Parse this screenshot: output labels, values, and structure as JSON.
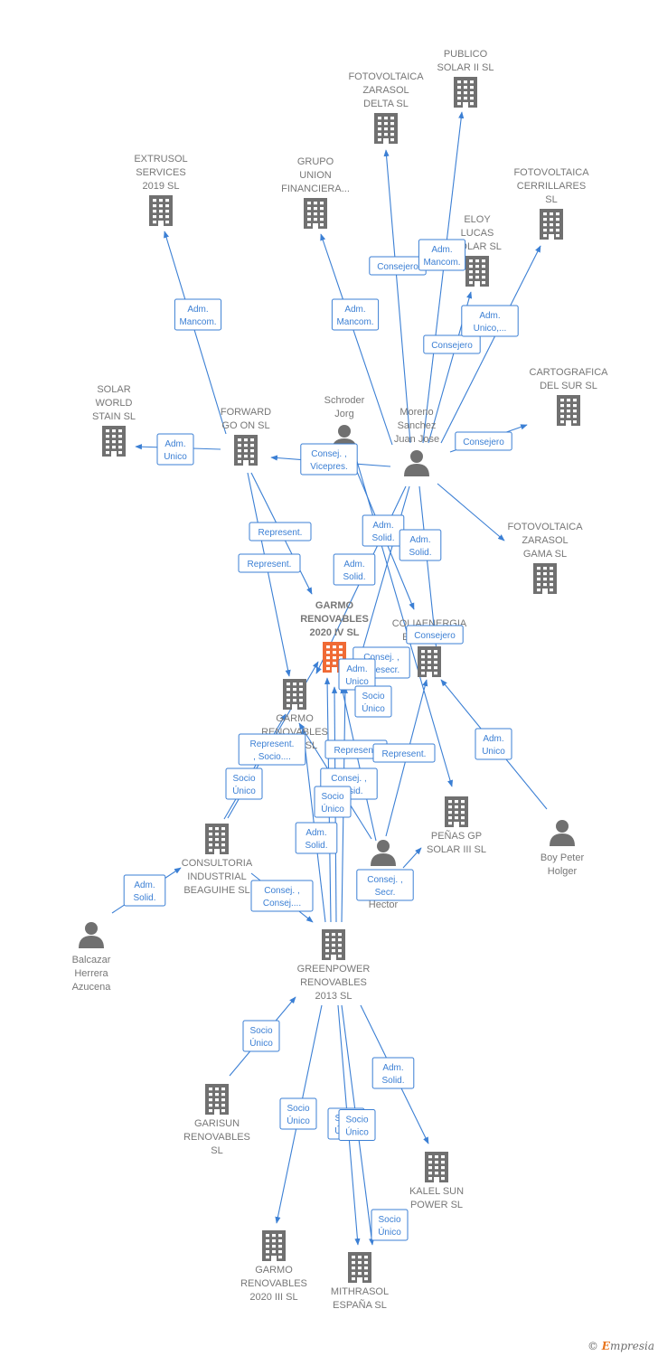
{
  "nodes": [
    {
      "id": "publico",
      "type": "company",
      "label": [
        "PUBLICO",
        "SOLAR II SL"
      ]
    },
    {
      "id": "delta",
      "type": "company",
      "label": [
        "FOTOVOLTAICA",
        "ZARASOL",
        "DELTA  SL"
      ]
    },
    {
      "id": "extrusol",
      "type": "company",
      "label": [
        "EXTRUSOL",
        "SERVICES",
        "2019  SL"
      ]
    },
    {
      "id": "grupo",
      "type": "company",
      "label": [
        "GRUPO",
        "UNION",
        "FINANCIERA..."
      ]
    },
    {
      "id": "cerrillares",
      "type": "company",
      "label": [
        "FOTOVOLTAICA",
        "CERRILLARES",
        "SL"
      ]
    },
    {
      "id": "eloy",
      "type": "company",
      "label": [
        "ELOY",
        "LUCAS",
        "SOLAR SL"
      ]
    },
    {
      "id": "cartografica",
      "type": "company",
      "label": [
        "CARTOGRAFICA",
        "DEL SUR SL"
      ]
    },
    {
      "id": "solarworld",
      "type": "company",
      "label": [
        "SOLAR",
        "WORLD",
        "STAIN  SL"
      ]
    },
    {
      "id": "forward",
      "type": "company",
      "label": [
        "FORWARD",
        "GO ON  SL"
      ]
    },
    {
      "id": "schroder",
      "type": "person",
      "label": [
        "Schroder",
        "Jorg"
      ]
    },
    {
      "id": "moreno",
      "type": "person",
      "label": [
        "Moreno",
        "Sanchez",
        "Juan Jose"
      ]
    },
    {
      "id": "gama",
      "type": "company",
      "label": [
        "FOTOVOLTAICA",
        "ZARASOL",
        "GAMA  SL"
      ]
    },
    {
      "id": "garmoiv",
      "type": "company",
      "highlight": true,
      "label": [
        "GARMO",
        "RENOVABLES",
        "2020 IV  SL"
      ]
    },
    {
      "id": "coliaenergia",
      "type": "company",
      "label": [
        "COLIAENERGIA",
        "ESPAÑA SL"
      ]
    },
    {
      "id": "garmoii",
      "type": "company",
      "label": [
        "GARMO",
        "RENOVABLES",
        "2020 II  SL"
      ]
    },
    {
      "id": "penas",
      "type": "company",
      "label": [
        "PEÑAS GP",
        "SOLAR III  SL"
      ]
    },
    {
      "id": "boypeter",
      "type": "person",
      "label": [
        "Boy Peter",
        "Holger"
      ]
    },
    {
      "id": "consultoria",
      "type": "company",
      "label": [
        "CONSULTORIA",
        "INDUSTRIAL",
        "BEAGUIHE  SL"
      ]
    },
    {
      "id": "hector",
      "type": "person",
      "label": [
        "Garmo",
        "Rivas",
        "Hector"
      ]
    },
    {
      "id": "balcazar",
      "type": "person",
      "label": [
        "Balcazar",
        "Herrera",
        "Azucena"
      ]
    },
    {
      "id": "greenpower",
      "type": "company",
      "label": [
        "GREENPOWER",
        "RENOVABLES",
        "2013  SL"
      ]
    },
    {
      "id": "garisun",
      "type": "company",
      "label": [
        "GARISUN",
        "RENOVABLES",
        "SL"
      ]
    },
    {
      "id": "kalel",
      "type": "company",
      "label": [
        "KALEL SUN",
        "POWER  SL"
      ]
    },
    {
      "id": "garmoiii",
      "type": "company",
      "label": [
        "GARMO",
        "RENOVABLES",
        "2020 III  SL"
      ]
    },
    {
      "id": "mithrasol",
      "type": "company",
      "label": [
        "MITHRASOL",
        "ESPAÑA  SL"
      ]
    }
  ],
  "edges": [
    {
      "from": "moreno",
      "to": "delta",
      "label": [
        "Consejero"
      ]
    },
    {
      "from": "moreno",
      "to": "publico",
      "label": [
        "Adm.",
        "Mancom."
      ]
    },
    {
      "from": "moreno",
      "to": "grupo",
      "label": [
        "Adm.",
        "Mancom."
      ]
    },
    {
      "from": "moreno",
      "to": "eloy",
      "label": [
        "Adm.",
        "Mancom."
      ]
    },
    {
      "from": "moreno",
      "to": "cerrillares",
      "label": [
        "Consejero"
      ]
    },
    {
      "from": "moreno",
      "to": "cartografica",
      "label": [
        "Adm.",
        "Unico,..."
      ]
    },
    {
      "from": "moreno",
      "to": "gama",
      "label": [
        "Consejero"
      ]
    },
    {
      "from": "moreno",
      "to": "forward",
      "label": [
        "Adm.",
        "Unico"
      ]
    },
    {
      "from": "moreno",
      "to": "coliaenergia",
      "label": [
        "Consej. ,",
        "Vicepres."
      ]
    },
    {
      "from": "moreno",
      "to": "garmoiv",
      "label": [
        "Represent."
      ]
    },
    {
      "from": "moreno",
      "to": "garmoii",
      "label": [
        "Represent."
      ]
    },
    {
      "from": "forward",
      "to": "extrusol",
      "label": [
        "Adm.",
        "Solid."
      ]
    },
    {
      "from": "forward",
      "to": "solarworld",
      "label": [
        "Adm.",
        "Solid."
      ]
    },
    {
      "from": "forward",
      "to": "garmoiv",
      "label": [
        "Adm.",
        "Solid."
      ]
    },
    {
      "from": "forward",
      "to": "garmoii",
      "label": [
        "Consejero"
      ]
    },
    {
      "from": "schroder",
      "to": "coliaenergia",
      "label": [
        "Consej. ,",
        "Vicesecr."
      ]
    },
    {
      "from": "schroder",
      "to": "penas",
      "label": [
        "Adm.",
        "Unico"
      ]
    },
    {
      "from": "greenpower",
      "to": "garmoiv",
      "label": [
        "Socio",
        "Único"
      ]
    },
    {
      "from": "greenpower",
      "to": "garmoiv",
      "label": [
        "Represent.",
        ", Socio...."
      ]
    },
    {
      "from": "greenpower",
      "to": "garmoii",
      "label": [
        "Socio",
        "Único"
      ]
    },
    {
      "from": "hector",
      "to": "garmoiv",
      "label": [
        "Represent."
      ]
    },
    {
      "from": "hector",
      "to": "garmoii",
      "label": [
        "Represent."
      ]
    },
    {
      "from": "hector",
      "to": "coliaenergia",
      "label": [
        "Consej. ,",
        "Presid."
      ]
    },
    {
      "from": "hector",
      "to": "penas",
      "label": [
        "Socio",
        "Único"
      ]
    },
    {
      "from": "consultoria",
      "to": "garmoiv",
      "label": [
        "Adm.",
        "Solid."
      ]
    },
    {
      "from": "consultoria",
      "to": "garmoii",
      "label": [
        "Consej. ,",
        "Consej...."
      ]
    },
    {
      "from": "consultoria",
      "to": "greenpower",
      "label": [
        "Adm.",
        "Solid."
      ]
    },
    {
      "from": "balcazar",
      "to": "consultoria",
      "label": [
        "Adm.",
        "Unico"
      ]
    },
    {
      "from": "boypeter",
      "to": "coliaenergia",
      "label": [
        "Consej. ,",
        "Secr."
      ]
    },
    {
      "from": "greenpower",
      "to": "garmoiv",
      "label": [
        "Socio",
        "Único"
      ]
    },
    {
      "from": "garisun",
      "to": "greenpower",
      "label": [
        "Adm.",
        "Solid."
      ]
    },
    {
      "from": "greenpower",
      "to": "kalel",
      "label": [
        "Socio",
        "Único"
      ]
    },
    {
      "from": "greenpower",
      "to": "garmoiii",
      "label": [
        "Socio",
        "Único"
      ]
    },
    {
      "from": "greenpower",
      "to": "mithrasol",
      "label": [
        "Socio",
        "Único"
      ]
    },
    {
      "from": "greenpower",
      "to": "mithrasol",
      "label": [
        "Socio",
        "Único"
      ]
    }
  ],
  "colors": {
    "edge": "#3b7fd4",
    "icon": "#707070",
    "highlight": "#f06a35",
    "label": "#777777"
  },
  "watermark": {
    "copyright": "©",
    "brand_initial": "E",
    "brand_rest": "mpresia"
  }
}
